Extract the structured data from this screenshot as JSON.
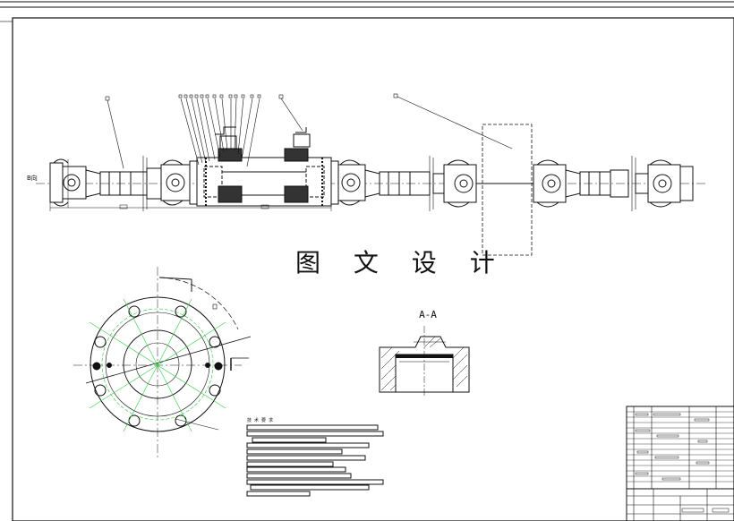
{
  "drawing": {
    "watermark_text": "图 文 设 计",
    "section_label": "A-A",
    "view_label": "B向",
    "notes_title": "技术要求"
  },
  "colors": {
    "line": "#111111",
    "construction": "#2ecc40",
    "paper": "#ffffff"
  }
}
